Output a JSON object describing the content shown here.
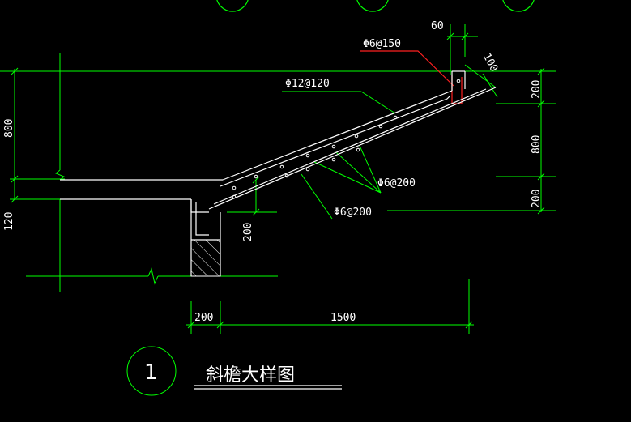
{
  "drawing": {
    "title": "斜檐大样图",
    "detail_number": "1",
    "colors": {
      "background": "#000000",
      "dimension": "#00ff00",
      "outline": "#ffffff",
      "leader_red": "#ff2020",
      "text": "#ffffff"
    },
    "dimensions": {
      "top_60": "60",
      "slant_100": "100",
      "right_200_top": "200",
      "right_800": "800",
      "right_200_bottom": "200",
      "left_800": "800",
      "left_120": "120",
      "wall_200": "200",
      "bottom_200": "200",
      "bottom_1500": "1500"
    },
    "rebar_labels": {
      "top_stirrup": "Φ6@150",
      "main_bar": "Φ12@120",
      "dist_bar_upper": "Φ6@200",
      "dist_bar_lower": "Φ6@200"
    }
  }
}
